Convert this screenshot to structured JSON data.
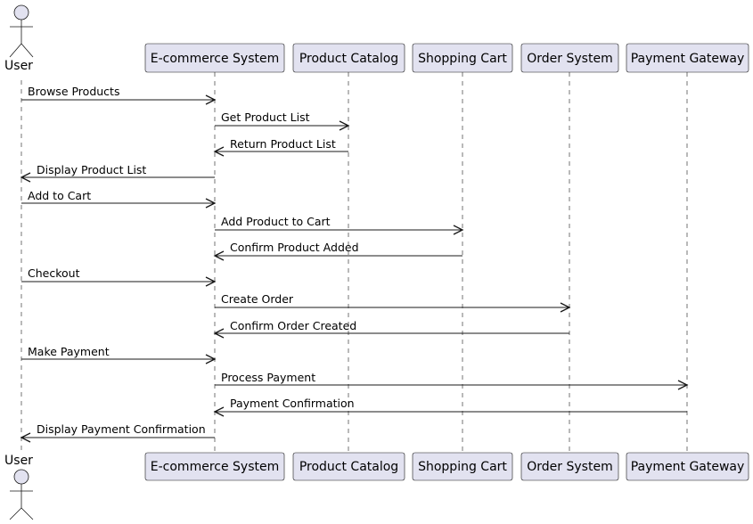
{
  "actor": {
    "name": "User"
  },
  "participants": [
    {
      "id": "ecommerce",
      "label": "E-commerce System"
    },
    {
      "id": "catalog",
      "label": "Product Catalog"
    },
    {
      "id": "cart",
      "label": "Shopping Cart"
    },
    {
      "id": "order",
      "label": "Order System"
    },
    {
      "id": "payment",
      "label": "Payment Gateway"
    }
  ],
  "messages": [
    {
      "from": "user",
      "to": "ecommerce",
      "text": "Browse Products"
    },
    {
      "from": "ecommerce",
      "to": "catalog",
      "text": "Get Product List"
    },
    {
      "from": "catalog",
      "to": "ecommerce",
      "text": "Return Product List"
    },
    {
      "from": "ecommerce",
      "to": "user",
      "text": "Display Product List"
    },
    {
      "from": "user",
      "to": "ecommerce",
      "text": "Add to Cart"
    },
    {
      "from": "ecommerce",
      "to": "cart",
      "text": "Add Product to Cart"
    },
    {
      "from": "cart",
      "to": "ecommerce",
      "text": "Confirm Product Added"
    },
    {
      "from": "user",
      "to": "ecommerce",
      "text": "Checkout"
    },
    {
      "from": "ecommerce",
      "to": "order",
      "text": "Create Order"
    },
    {
      "from": "order",
      "to": "ecommerce",
      "text": "Confirm Order Created"
    },
    {
      "from": "user",
      "to": "ecommerce",
      "text": "Make Payment"
    },
    {
      "from": "ecommerce",
      "to": "payment",
      "text": "Process Payment"
    },
    {
      "from": "payment",
      "to": "ecommerce",
      "text": "Payment Confirmation"
    },
    {
      "from": "ecommerce",
      "to": "user",
      "text": "Display Payment Confirmation"
    }
  ]
}
